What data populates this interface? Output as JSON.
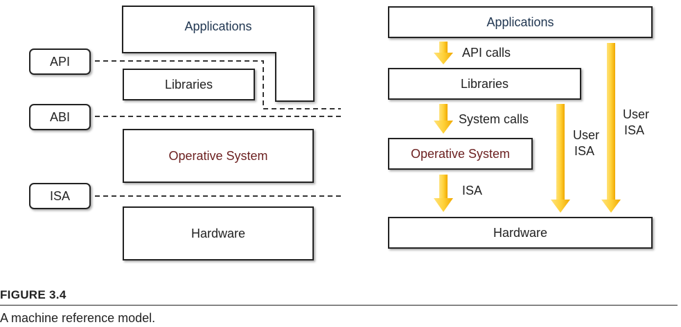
{
  "figure": {
    "label": "FIGURE 3.4",
    "caption": "A machine reference model."
  },
  "left": {
    "applications": "Applications",
    "libraries": "Libraries",
    "operative_system": "Operative System",
    "hardware": "Hardware",
    "interfaces": {
      "api": "API",
      "abi": "ABI",
      "isa": "ISA"
    }
  },
  "right": {
    "applications": "Applications",
    "libraries": "Libraries",
    "operative_system": "Operative System",
    "hardware": "Hardware",
    "arrow_labels": {
      "api_calls": "API calls",
      "system_calls": "System calls",
      "isa": "ISA",
      "user_isa_inner_1": "User",
      "user_isa_inner_2": "ISA",
      "user_isa_outer_1": "User",
      "user_isa_outer_2": "ISA"
    }
  },
  "colors": {
    "navy_text": "#1f3550",
    "maroon_text": "#6b1f1f",
    "arrow_light": "#ffe680",
    "arrow_dark": "#f2a900"
  }
}
